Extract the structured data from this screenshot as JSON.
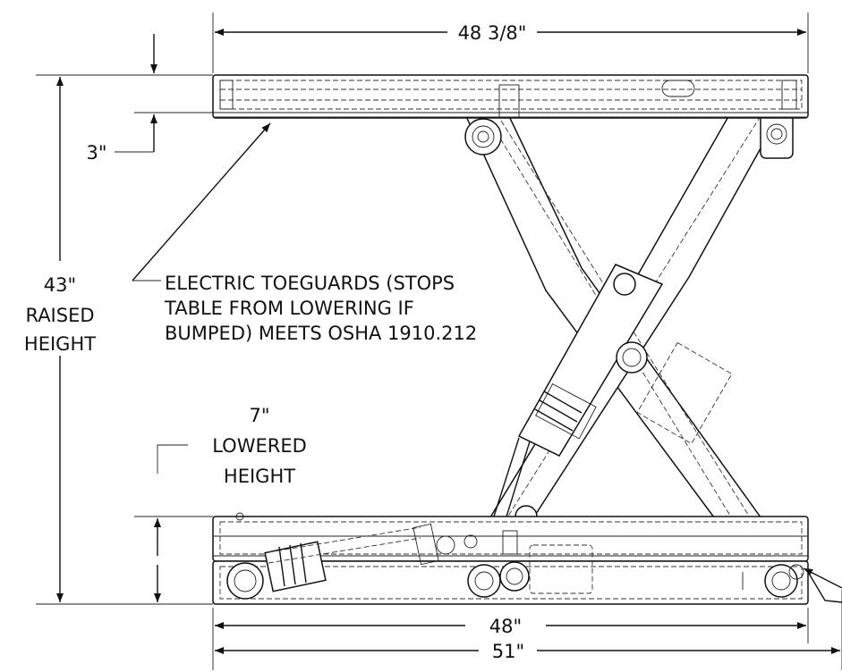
{
  "dimensions": {
    "top_width": "48 3/8\"",
    "platform_thickness": "3\"",
    "raised_height_value": "43\"",
    "raised_height_line1": "RAISED",
    "raised_height_line2": "HEIGHT",
    "lowered_height_value": "7\"",
    "lowered_height_line1": "LOWERED",
    "lowered_height_line2": "HEIGHT",
    "base_width": "48\"",
    "overall_width": "51\""
  },
  "callout": {
    "line1": "ELECTRIC TOEGUARDS (STOPS",
    "line2": "TABLE FROM LOWERING IF",
    "line3": "BUMPED) MEETS OSHA 1910.212"
  }
}
